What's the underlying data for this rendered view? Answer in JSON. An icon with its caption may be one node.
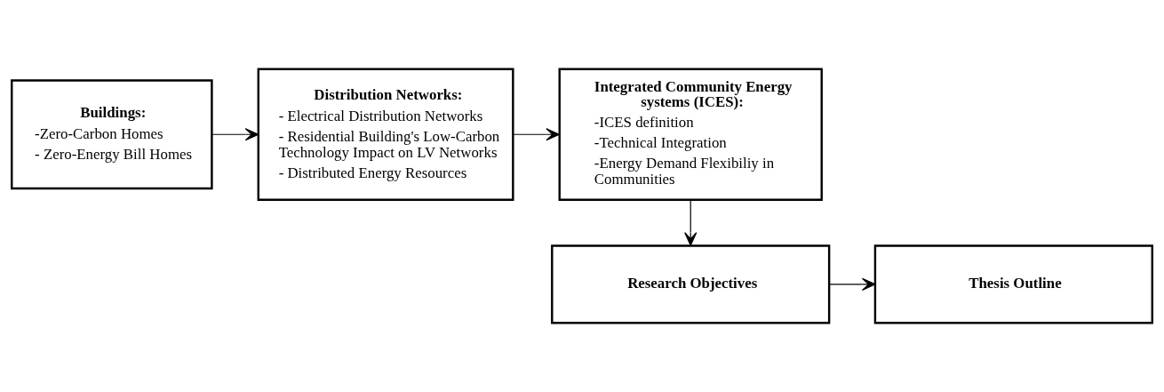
{
  "diagram": {
    "nodes": [
      {
        "text": [
          "Buildings:",
          "-Zero-Carbon Homes",
          "- Zero-Energy Bill Homes"
        ]
      },
      {
        "text": [
          "Distribution Networks:",
          "- Electrical Distribution Networks",
          "- Residential Building's Low-Carbon Technology Impact on LV Networks",
          "- Distributed Energy Resources"
        ]
      },
      {
        "text": [
          "Integrated Community Energy systems (ICES):",
          "-ICES definition",
          "-Technical Integration",
          "-Energy Demand Flexibiliy in Communities"
        ]
      },
      {
        "text": [
          "Research Objectives"
        ]
      },
      {
        "text": [
          "Thesis Outline"
        ]
      }
    ],
    "edges": [
      {
        "from": 0,
        "to": 1,
        "arrow": "to"
      },
      {
        "from": 1,
        "to": 2,
        "arrow": "to"
      },
      {
        "from": 2,
        "to": 3,
        "arrow": "to"
      },
      {
        "from": 3,
        "to": 4,
        "arrow": "to"
      }
    ]
  }
}
